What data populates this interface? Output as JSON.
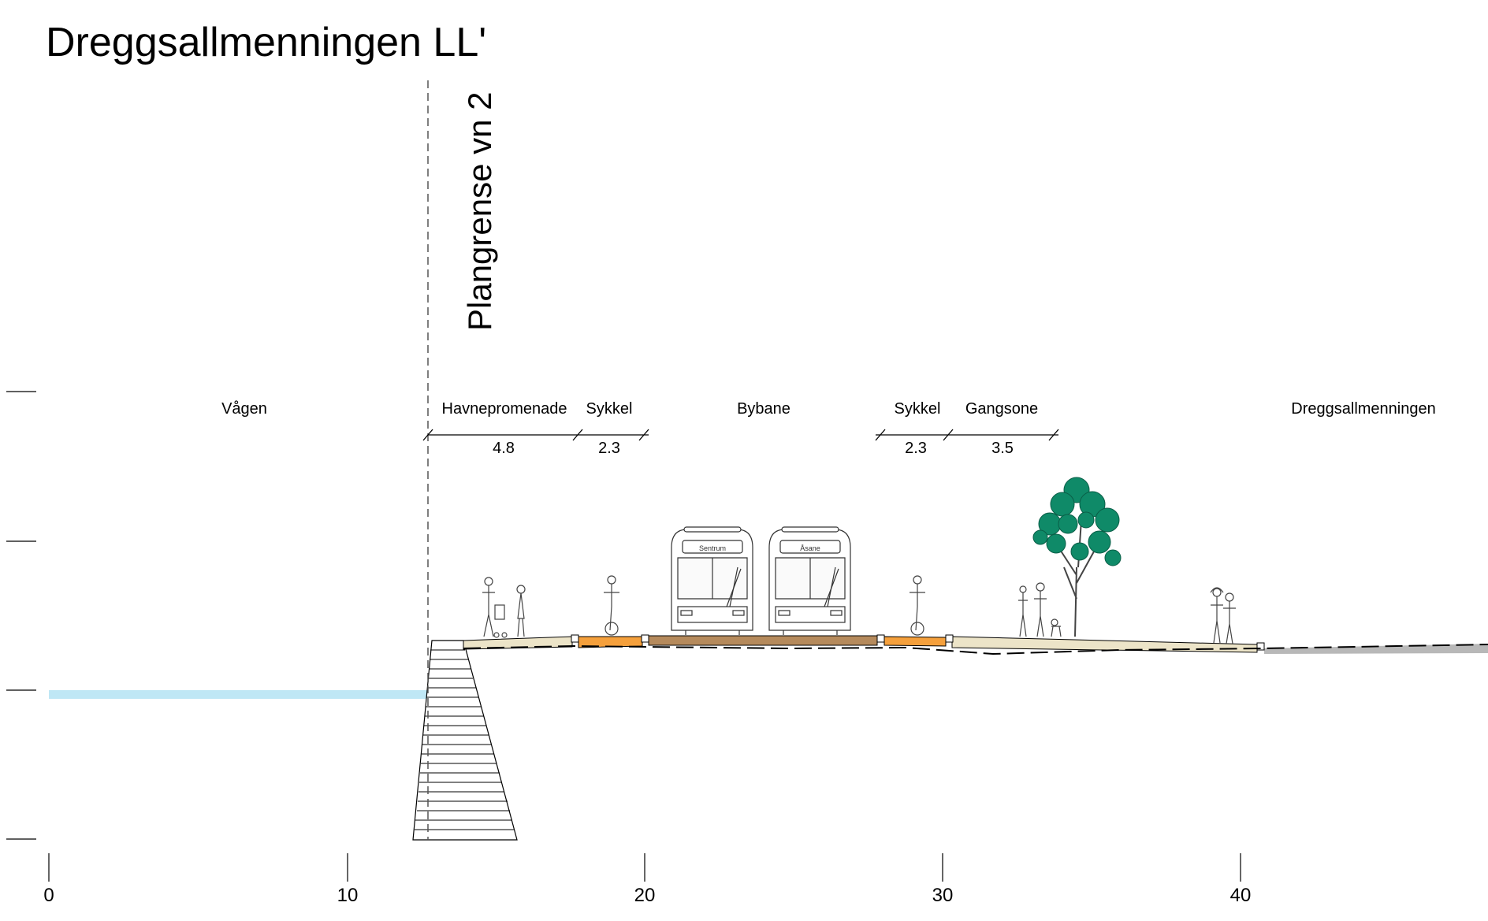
{
  "title": "Dreggsallmenningen LL'",
  "plan_boundary_label": "Plangrense vn 2",
  "zones": [
    {
      "name": "Vågen"
    },
    {
      "name": "Havnepromenade",
      "width": "4.8"
    },
    {
      "name": "Sykkel",
      "width": "2.3"
    },
    {
      "name": "Bybane"
    },
    {
      "name": "Sykkel",
      "width": "2.3"
    },
    {
      "name": "Gangsone",
      "width": "3.5"
    },
    {
      "name": "Dreggsallmenningen"
    }
  ],
  "tram_destinations": [
    "Sentrum",
    "Åsane"
  ],
  "scale": {
    "unit": "m",
    "ticks": [
      "0",
      "10",
      "20",
      "30",
      "40"
    ]
  },
  "colors": {
    "water": "#bfe7f5",
    "promenade": "#ece4c8",
    "bike_lane": "#f5a03c",
    "tram_track": "#b58a5c",
    "paving_right": "#b8b8b8",
    "tree": "#0f8a68"
  }
}
